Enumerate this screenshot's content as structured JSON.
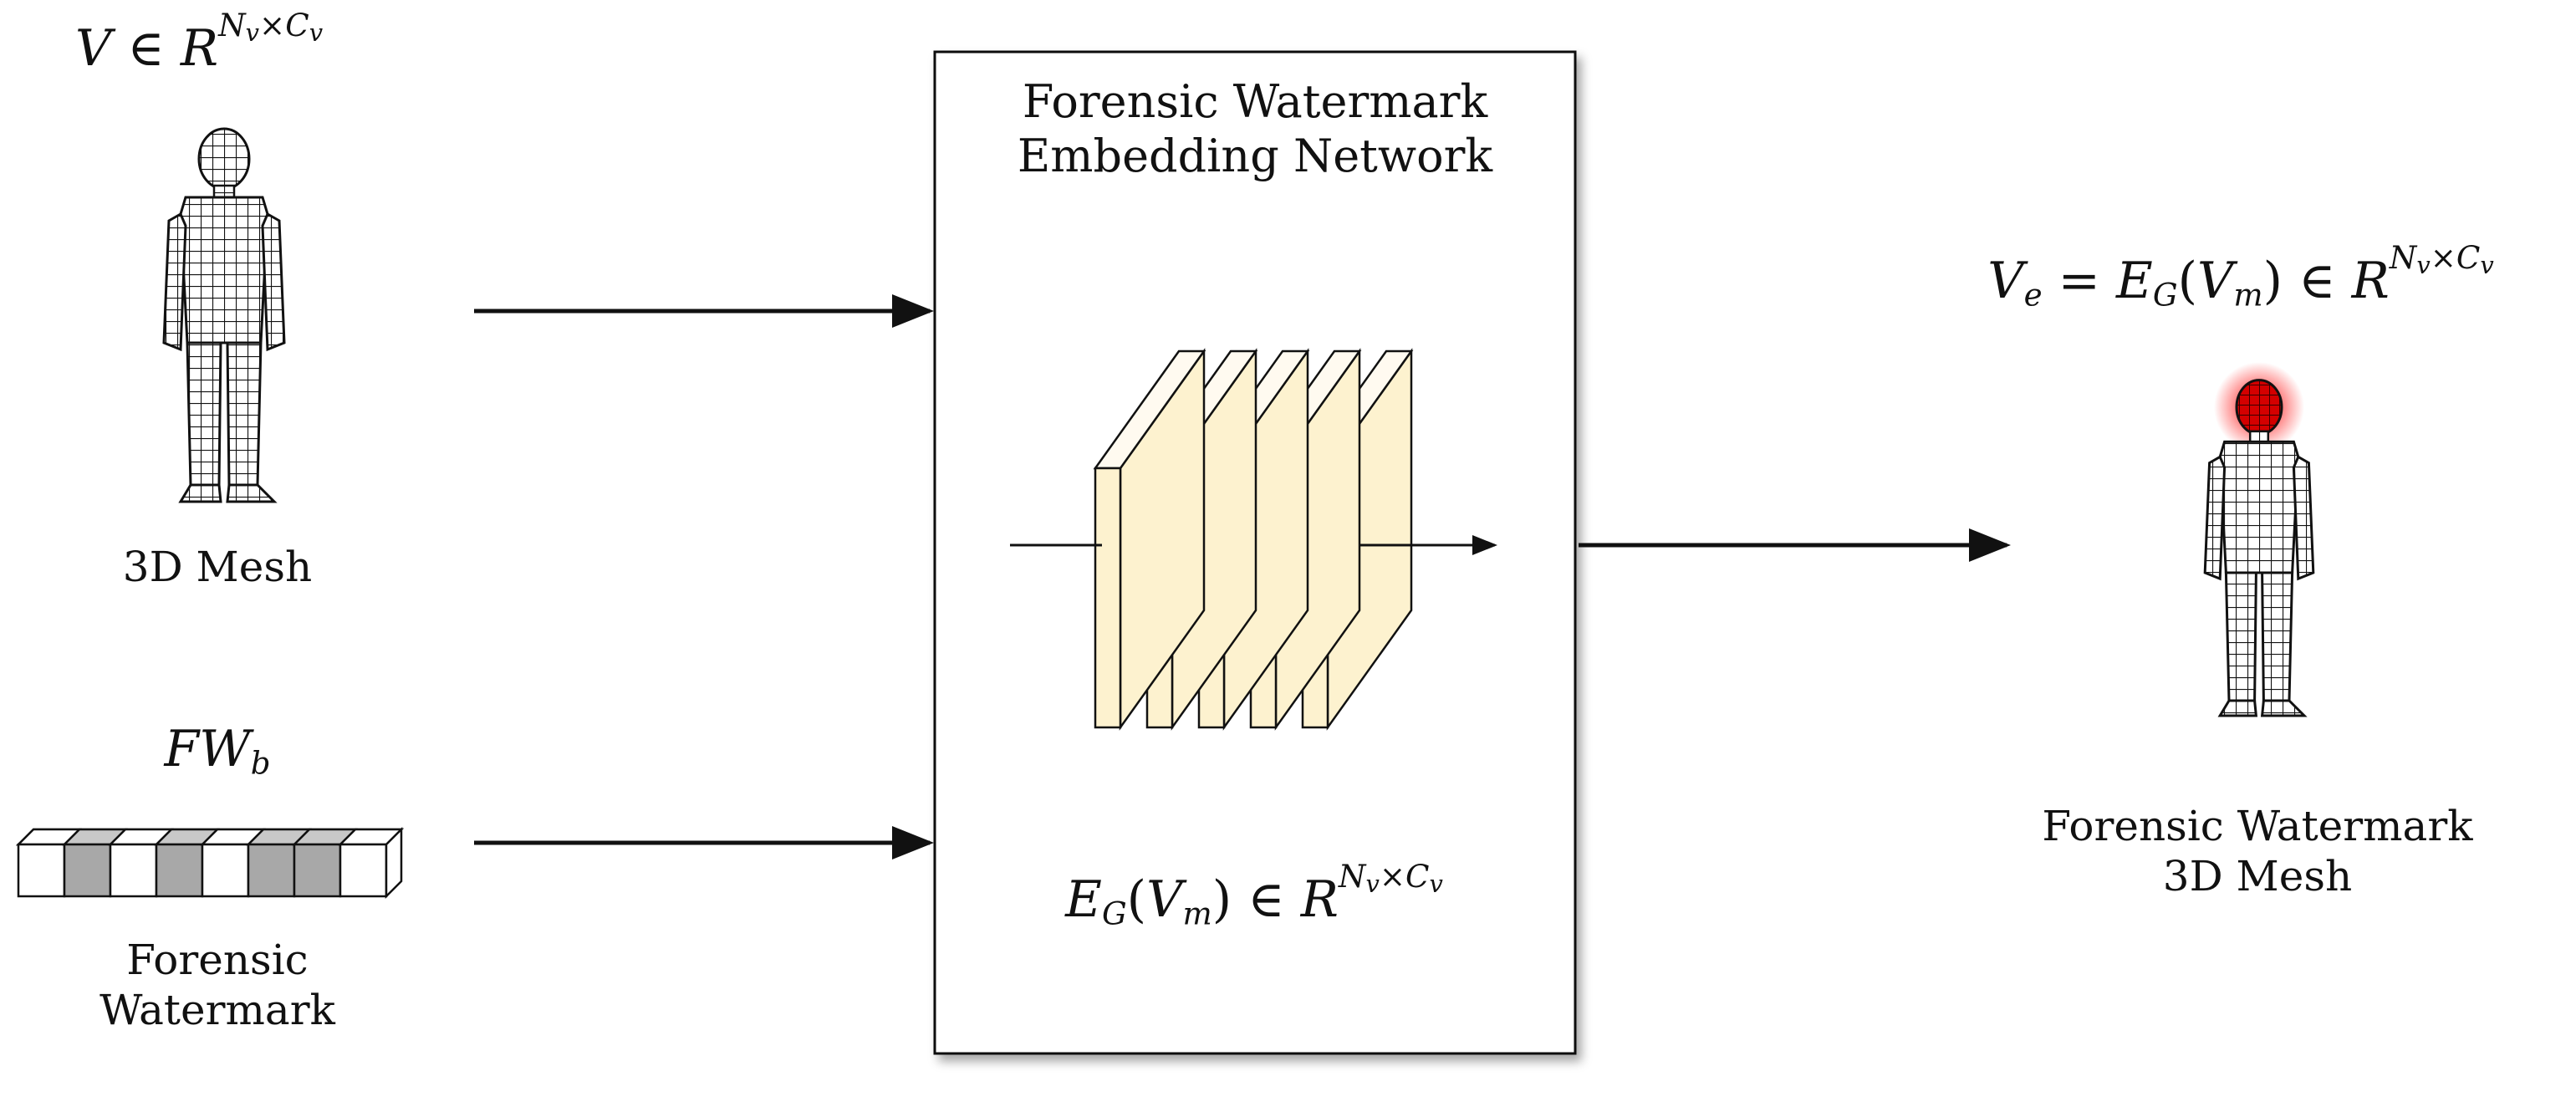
{
  "input_mesh": {
    "formula": {
      "base": "V",
      "op": "∈",
      "set": "R",
      "exp_a": "N",
      "exp_a_sub": "v",
      "times": "×",
      "exp_b": "C",
      "exp_b_sub": "v"
    },
    "caption": "3D Mesh"
  },
  "watermark_input": {
    "formula": {
      "base": "FW",
      "sub": "b"
    },
    "caption_line1": "Forensic",
    "caption_line2": "Watermark",
    "bits": [
      0,
      1,
      0,
      1,
      0,
      1,
      1,
      0
    ]
  },
  "network": {
    "title_line1": "Forensic Watermark",
    "title_line2": "Embedding Network",
    "formula": {
      "fn": "E",
      "fn_sub": "G",
      "arg": "V",
      "arg_sub": "m",
      "op": "∈",
      "set": "R",
      "exp_a": "N",
      "exp_a_sub": "v",
      "times": "×",
      "exp_b": "C",
      "exp_b_sub": "v"
    },
    "layer_count": 5
  },
  "output_mesh": {
    "formula": {
      "base": "V",
      "base_sub": "e",
      "eq": "=",
      "fn": "E",
      "fn_sub": "G",
      "arg": "V",
      "arg_sub": "m",
      "op": "∈",
      "set": "R",
      "exp_a": "N",
      "exp_a_sub": "v",
      "times": "×",
      "exp_b": "C",
      "exp_b_sub": "v"
    },
    "caption_line1": "Forensic Watermark",
    "caption_line2": "3D Mesh"
  },
  "colors": {
    "layer_fill": "#fdf2cf",
    "bit_shaded": "#a8a8a8",
    "watermark_head": "#d40000",
    "stroke": "#111111"
  }
}
